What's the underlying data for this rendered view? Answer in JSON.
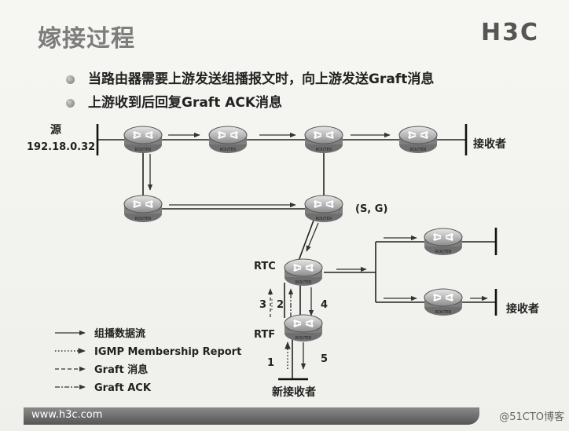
{
  "title": "嫁接过程",
  "logo": "H3C",
  "bullets": [
    "当路由器需要上游发送组播报文时，向上游发送Graft消息",
    "上游收到后回复Graft ACK消息"
  ],
  "diagram": {
    "source_label": "源",
    "source_ip": "192.18.0.32",
    "router_label": "ROUTER",
    "sg_label": "(S, G)",
    "rtc_label": "RTC",
    "rtf_label": "RTF",
    "receiver_label": "接收者",
    "new_receiver_label": "新接收者",
    "step_labels": [
      "1",
      "2",
      "3",
      "4",
      "5"
    ]
  },
  "legend": [
    {
      "style": "solid",
      "label": "组播数据流"
    },
    {
      "style": "dotted",
      "label": "IGMP Membership Report"
    },
    {
      "style": "dashed",
      "label": "Graft 消息"
    },
    {
      "style": "dashdot",
      "label": "Graft ACK"
    }
  ],
  "footer": {
    "url": "www.h3c.com",
    "watermark": "@51CTO博客"
  }
}
